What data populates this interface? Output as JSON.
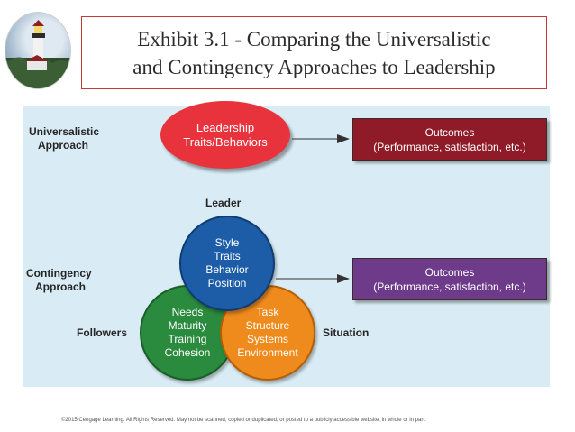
{
  "title": "Exhibit 3.1 - Comparing the Universalistic\nand Contingency Approaches to Leadership",
  "logo": {
    "icon": "lighthouse-logo"
  },
  "diagram": {
    "universalistic_label_1": "Universalistic",
    "universalistic_label_2": "Approach",
    "contingency_label_1": "Contingency",
    "contingency_label_2": "Approach",
    "leadership_node": "Leadership\nTraits/Behaviors",
    "outcomes_top": {
      "title": "Outcomes",
      "detail": "(Performance, satisfaction, etc.)"
    },
    "outcomes_bottom": {
      "title": "Outcomes",
      "detail": "(Performance, satisfaction, etc.)"
    },
    "leader_label": "Leader",
    "followers_label": "Followers",
    "situation_label": "Situation",
    "leader_circle": "Style\nTraits\nBehavior\nPosition",
    "followers_circle": "Needs\nMaturity\nTraining\nCohesion",
    "situation_circle": "Task\nStructure\nSystems\nEnvironment",
    "colors": {
      "leadership": "#e8333c",
      "outcomes_top": "#8e1b27",
      "outcomes_bottom": "#6d3b8a",
      "leader": "#1d5da8",
      "followers": "#2a8a3e",
      "situation": "#ef8a1d",
      "panel": "#d9ecf5"
    }
  },
  "footer": "©2015 Cengage Learning. All Rights Reserved. May not be scanned, copied or duplicated, or posted to a publicly accessible website, in whole or in part."
}
